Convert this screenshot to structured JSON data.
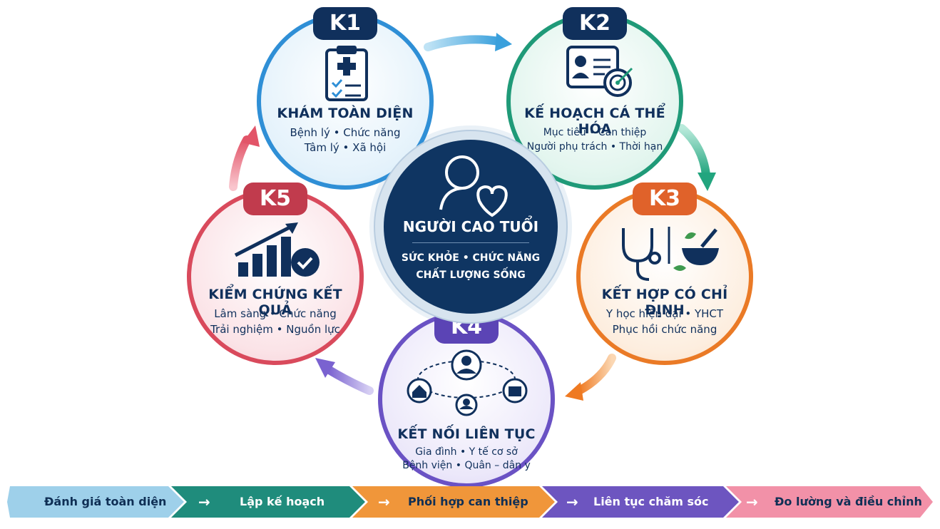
{
  "center": {
    "title": "NGƯỜI CAO TUỔI",
    "line1": "SỨC KHỎE • CHỨC NĂNG",
    "line2": "CHẤT LƯỢNG SỐNG"
  },
  "nodes": {
    "k1": {
      "badge": "K1",
      "title": "KHÁM TOÀN DIỆN",
      "line1": "Bệnh lý • Chức năng",
      "line2": "Tâm lý • Xã hội",
      "color": "#2f8fd6"
    },
    "k2": {
      "badge": "K2",
      "title": "KẾ HOẠCH CÁ THỂ HÓA",
      "line1": "Mục tiêu • Can thiệp",
      "line2": "Người phụ trách • Thời hạn",
      "color": "#1f9a78"
    },
    "k3": {
      "badge": "K3",
      "title": "KẾT HỢP CÓ CHỈ ĐỊNH",
      "line1": "Y học hiện đại • YHCT",
      "line2": "Phục hồi chức năng",
      "color": "#ea7a26"
    },
    "k4": {
      "badge": "K4",
      "title": "KẾT NỐI LIÊN TỤC",
      "line1": "Gia đình • Y tế cơ sở",
      "line2": "Bệnh viện • Quân – dân y",
      "color": "#6a52c4"
    },
    "k5": {
      "badge": "K5",
      "title": "KIỂM CHỨNG KẾT QUẢ",
      "line1": "Lâm sàng • Chức năng",
      "line2": "Trải nghiệm • Nguồn lực",
      "color": "#d94a5c"
    }
  },
  "flow": [
    {
      "label": "Đánh giá toàn diện",
      "color": "#9ed0ea",
      "text_color": "#0f2f55"
    },
    {
      "label": "Lập kế hoạch",
      "color": "#1f8c7c",
      "text_color": "#ffffff"
    },
    {
      "label": "Phối hợp can thiệp",
      "color": "#f0963a",
      "text_color": "#0f2f55"
    },
    {
      "label": "Liên tục chăm sóc",
      "color": "#6d55c0",
      "text_color": "#ffffff"
    },
    {
      "label": "Đo lường và điều chỉnh",
      "color": "#f291a8",
      "text_color": "#0f2f55"
    }
  ],
  "flow_arrow": "→",
  "icons": [
    "clipboard-icon",
    "profile-card-target-icon",
    "stethoscope-herbs-icon",
    "network-people-icon",
    "growth-chart-check-icon",
    "person-heart-icon"
  ]
}
